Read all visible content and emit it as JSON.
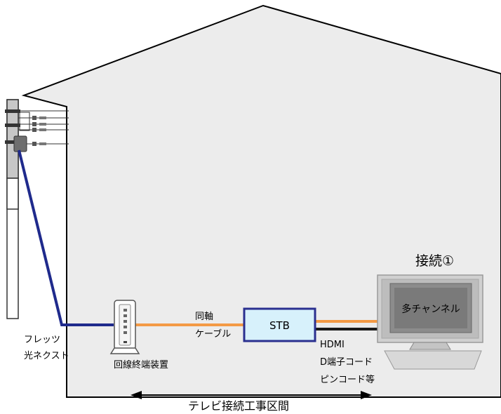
{
  "labels": {
    "flets_line1": "フレッツ",
    "flets_line2": "光ネクスト",
    "onu": "回線終端装置",
    "coax_line1": "同軸",
    "coax_line2": "ケーブル",
    "stb": "STB",
    "cable_hdmi": "HDMI",
    "cable_d": "D端子コード",
    "cable_pin": "ピンコード等",
    "connection": "接続①",
    "tv_screen": "多チャンネル",
    "work_section": "テレビ接続工事区間"
  },
  "colors": {
    "house_fill": "#ececec",
    "house_stroke": "#000000",
    "fiber_line": "#1f2a8c",
    "coax_line": "#f49a45",
    "av_line": "#1a1a1a",
    "stb_fill": "#d7f1fb",
    "stb_border": "#2a2f8f",
    "tv_frame": "#c9c9c9",
    "tv_screen": "#8c8c8c"
  },
  "icons": {
    "pole": "utility-pole-icon",
    "onu": "onu-device-icon",
    "tv": "television-icon"
  }
}
